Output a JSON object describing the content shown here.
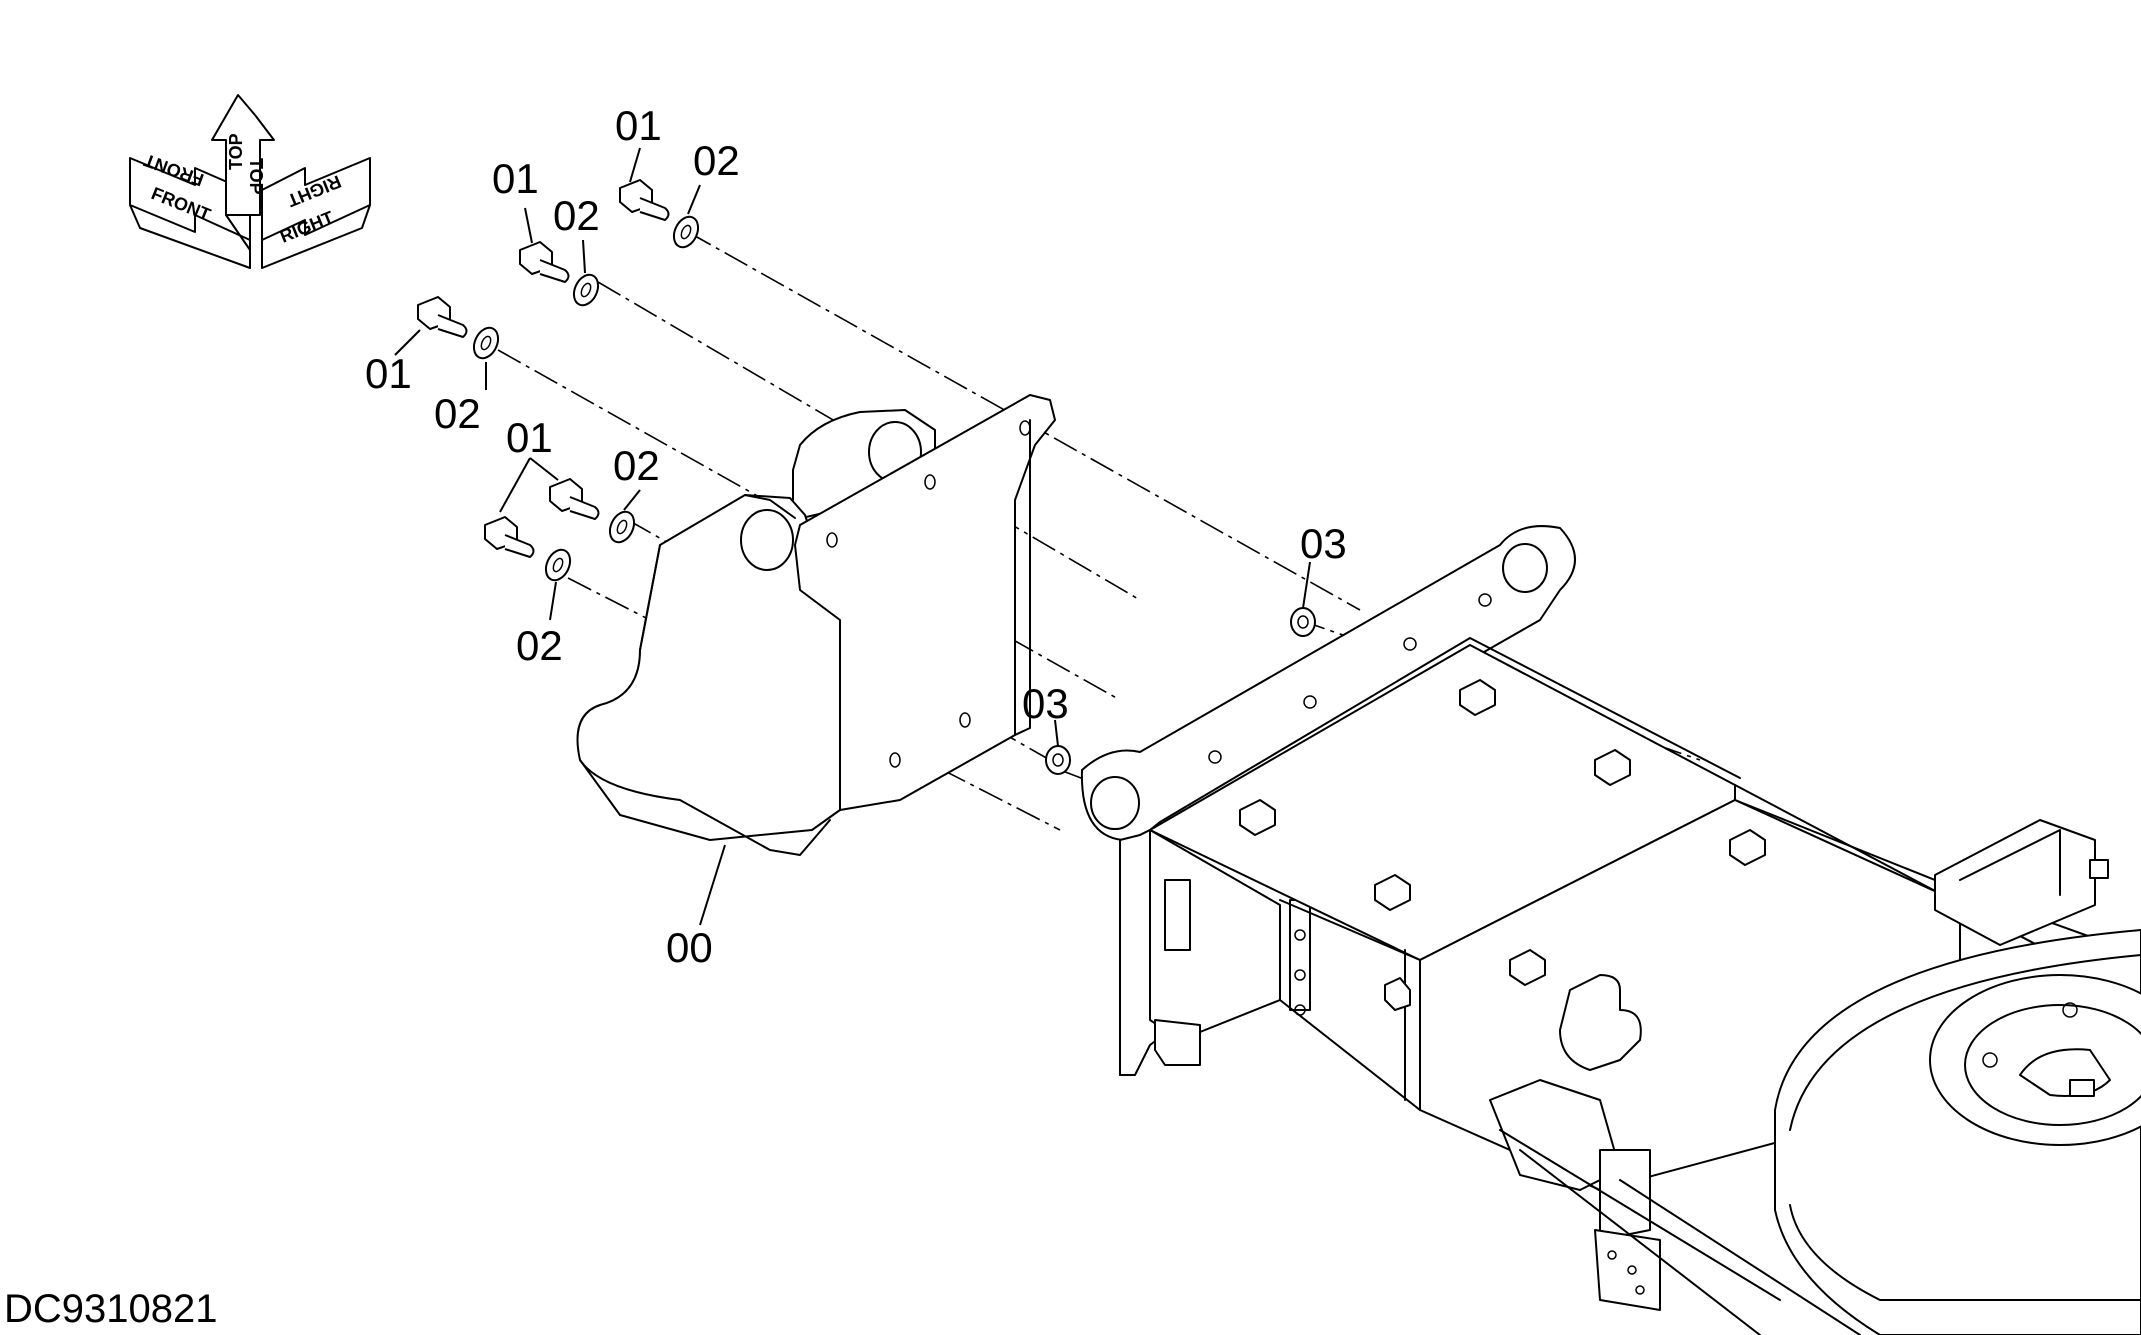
{
  "diagram": {
    "document_id": "DC9310821",
    "orientation": {
      "front": "FRONT",
      "top": "TOP",
      "right": "RIGHT"
    },
    "callouts": [
      {
        "id": "bolt-1",
        "text": "01"
      },
      {
        "id": "bolt-2",
        "text": "01"
      },
      {
        "id": "bolt-3",
        "text": "01"
      },
      {
        "id": "bolt-4",
        "text": "01"
      },
      {
        "id": "washer-1",
        "text": "02"
      },
      {
        "id": "washer-2",
        "text": "02"
      },
      {
        "id": "washer-3",
        "text": "02"
      },
      {
        "id": "washer-4",
        "text": "02"
      },
      {
        "id": "washer-5",
        "text": "02"
      },
      {
        "id": "nut-1",
        "text": "03"
      },
      {
        "id": "nut-2",
        "text": "03"
      },
      {
        "id": "bracket",
        "text": "00"
      }
    ]
  }
}
